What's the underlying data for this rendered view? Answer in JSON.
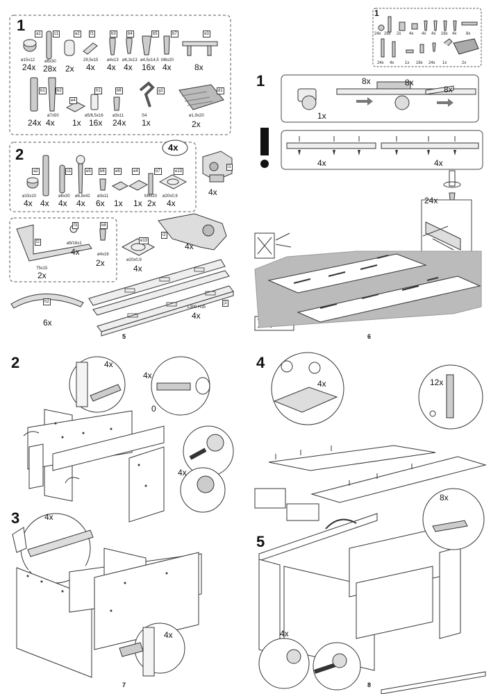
{
  "q1": {
    "box1": {
      "step": "1",
      "items_row1": [
        {
          "code": "a1",
          "size": "ø15x12",
          "count": "24x"
        },
        {
          "code": "c1",
          "size": "ø6x30",
          "count": "28x"
        },
        {
          "code": "e2",
          "size": "",
          "count": "2x"
        },
        {
          "code": "f1",
          "size": "29,5x15",
          "count": "4x"
        },
        {
          "code": "b3",
          "size": "ø4x13",
          "count": "4x"
        },
        {
          "code": "b4",
          "size": "ø6,3x13",
          "count": "4x"
        },
        {
          "code": "b5",
          "size": "ø4,5x14,5",
          "count": "16x"
        },
        {
          "code": "b7",
          "size": "M6x20",
          "count": "4x"
        },
        {
          "code": "e3",
          "size": "",
          "count": "8x"
        }
      ],
      "items_row2": [
        {
          "code": "b1",
          "size": "",
          "count": "24x"
        },
        {
          "code": "b2",
          "size": "ø7x50",
          "count": "4x"
        },
        {
          "code": "e4",
          "size": "",
          "count": "1x"
        },
        {
          "code": "h1",
          "size": "ø5/6,5x16",
          "count": "16x"
        },
        {
          "code": "b6",
          "size": "ø3x11",
          "count": "24x"
        },
        {
          "code": "g1",
          "size": "S4",
          "count": "1x"
        },
        {
          "code": "d1",
          "size": "ø1,9x20",
          "count": "2x"
        }
      ]
    },
    "box2": {
      "step": "2",
      "multiplier": "4x",
      "items": [
        {
          "code": "a2",
          "size": "ø15x10",
          "count": "4x"
        },
        {
          "code": "",
          "size": "",
          "count": "4x"
        },
        {
          "code": "c1",
          "size": "ø6x30",
          "count": "4x"
        },
        {
          "code": "e5",
          "size": "ø6,8x42",
          "count": "4x"
        },
        {
          "code": "b6",
          "size": "ø3x11",
          "count": "6x"
        },
        {
          "code": "e6",
          "size": "",
          "count": "1x"
        },
        {
          "code": "e4",
          "size": "",
          "count": "1x"
        },
        {
          "code": "b7",
          "size": "M4x20",
          "count": "2x"
        },
        {
          "code": "e13",
          "size": "ø20x0,9",
          "count": "4x"
        }
      ],
      "side_item": {
        "code": "i1",
        "count": "4x"
      }
    },
    "box3": {
      "f2": {
        "code": "f2",
        "size": "75x15",
        "count": "2x"
      },
      "f3": {
        "code": "f3",
        "size": "ø8/16x1",
        "count": "4x"
      },
      "b8": {
        "code": "b8",
        "size": "ø4x16",
        "count": "2x"
      },
      "e13": {
        "code": "e13",
        "size": "ø20x0,9",
        "count": "4x"
      },
      "i2": {
        "code": "i2",
        "count": "4x"
      }
    },
    "h2": {
      "code": "h2",
      "count": "6x"
    },
    "j1": {
      "code": "j1",
      "size": "L300 H35",
      "count": "4x"
    },
    "page": "5"
  },
  "q2": {
    "parts_box": {
      "step": "1",
      "counts": [
        "24x",
        "28x",
        "2x",
        "4x",
        "4x",
        "4x",
        "16x",
        "4x",
        "8x",
        "24x",
        "4x",
        "1x",
        "16x",
        "24x",
        "1x",
        "2x"
      ]
    },
    "step": "1",
    "rail_counts": {
      "a": "8x",
      "b": "8x",
      "c": "8x",
      "press": "1x"
    },
    "notice_counts": [
      "4x",
      "4x"
    ],
    "screw_count": "24x",
    "page": "6"
  },
  "q3": {
    "step2": {
      "step": "2",
      "dowel": "4x",
      "cam": "4x",
      "zero": "0",
      "bolt": "4x"
    },
    "step3": {
      "step": "3",
      "tool": "4x",
      "dowel": "4x"
    },
    "page": "7"
  },
  "q4": {
    "step4": {
      "step": "4",
      "hinge": "4x",
      "bolt": "12x"
    },
    "step5": {
      "step": "5",
      "dowel": "8x",
      "cam": "4x"
    },
    "page": "8"
  }
}
